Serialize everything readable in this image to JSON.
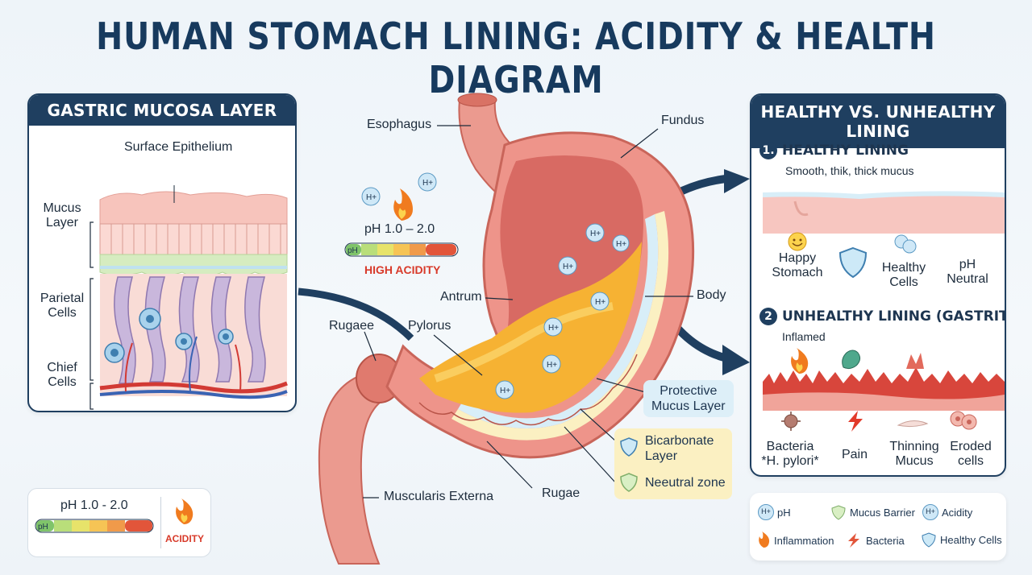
{
  "title": "HUMAN STOMACH LINING: ACIDITY & HEALTH DIAGRAM",
  "mucosa": {
    "heading": "GASTRIC MUCOSA LAYER",
    "surface": "Surface Epithelium",
    "mucus": "Mucus\nLayer",
    "parietal": "Parietal\nCells",
    "chief": "Chief\nCells"
  },
  "center": {
    "ph_range": "pH 1.0 – 2.0",
    "ph_scale": "pH",
    "high_acidity": "HIGH ACIDITY",
    "h_ion": "H+",
    "labels": {
      "esophagus": "Esophagus",
      "fundus": "Fundus",
      "antrum": "Antrum",
      "body": "Body",
      "rugaee": "Rugaee",
      "pylorus": "Pylorus",
      "muscularis": "Muscularis Externa",
      "rugae": "Rugae"
    },
    "protective": "Protective\nMucus Layer",
    "bicarbonate": "Bicarbonate\nLayer",
    "neutral": "Neeutral zone"
  },
  "compare": {
    "heading": "HEALTHY VS. UNHEALTHY LINING",
    "healthy_num": "1.",
    "healthy_title": "HEALTHY LINING",
    "healthy_sub": "Smooth, thik, thick mucus",
    "healthy_items": [
      "Happy\nStomach",
      "Healthy\nCells",
      "pH\nNeutral"
    ],
    "unhealthy_num": "2",
    "unhealthy_title": "UNHEALTHY LINING (GASTRITIS)",
    "unhealthy_sub": "Inflamed",
    "unhealthy_items": [
      "Bacteria\n*H. pylori*",
      "Pain",
      "Thinning\nMucus",
      "Eroded\ncells"
    ]
  },
  "legend": {
    "ph": "pH",
    "mucus_barrier": "Mucus Barrier",
    "acidity": "Acidity",
    "inflammation": "Inflammation",
    "bacteria": "Bacteria",
    "healthy_cells": "Healthy Cells",
    "h_ion": "H+"
  },
  "ph_box": {
    "range": "pH 1.0 - 2.0",
    "scale": "pH",
    "acidity": "ACIDITY"
  },
  "colors": {
    "navy": "#1f3f60",
    "acid_red": "#d83a2a",
    "mucus_blue": "#d8eef8",
    "bicarb_yellow": "#fbf0c2",
    "stomach_wall": "#e7847a"
  }
}
